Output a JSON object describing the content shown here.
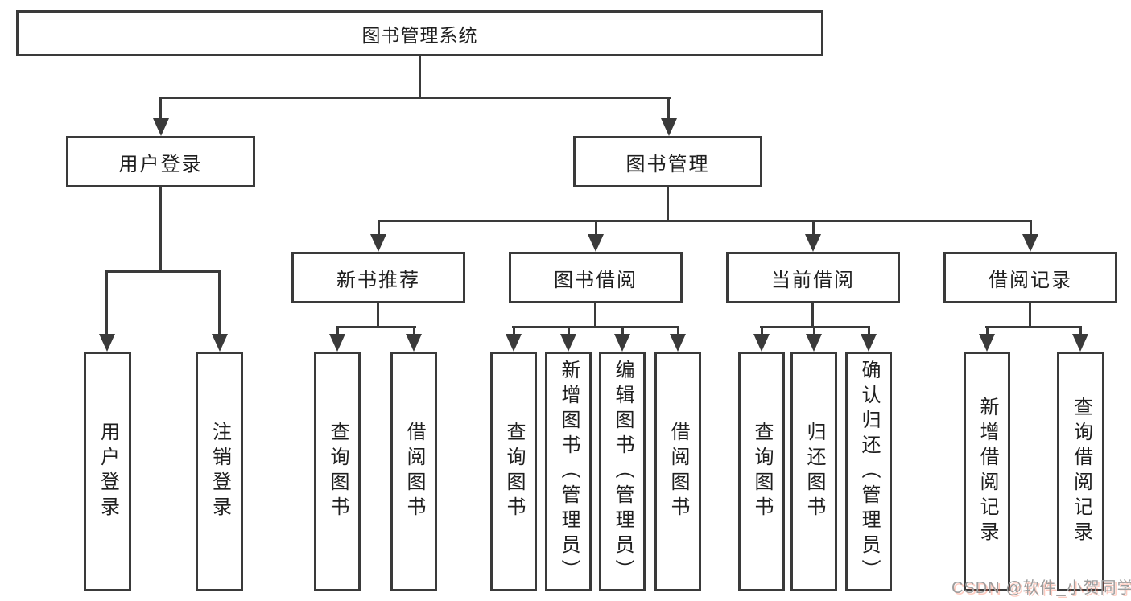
{
  "diagram": {
    "title": "图书管理系统",
    "colors": {
      "border": "#3a3a3a",
      "text": "#1f1f1f",
      "background": "#ffffff",
      "watermark": "#9d9d9d",
      "watermark_accent": "#fc5531"
    },
    "tree": {
      "root": {
        "label": "图书管理系统"
      },
      "level2": [
        {
          "label": "用户登录"
        },
        {
          "label": "图书管理"
        }
      ],
      "level3": [
        {
          "label": "新书推荐"
        },
        {
          "label": "图书借阅"
        },
        {
          "label": "当前借阅"
        },
        {
          "label": "借阅记录"
        }
      ],
      "leaves": [
        {
          "label": "用户登录",
          "parent": "用户登录"
        },
        {
          "label": "注销登录",
          "parent": "用户登录"
        },
        {
          "label": "查询图书",
          "parent": "新书推荐"
        },
        {
          "label": "借阅图书",
          "parent": "新书推荐"
        },
        {
          "label": "查询图书",
          "parent": "图书借阅"
        },
        {
          "label": "新增图书（管理员）",
          "parent": "图书借阅"
        },
        {
          "label": "编辑图书（管理员）",
          "parent": "图书借阅"
        },
        {
          "label": "借阅图书",
          "parent": "图书借阅"
        },
        {
          "label": "查询图书",
          "parent": "当前借阅"
        },
        {
          "label": "归还图书",
          "parent": "当前借阅"
        },
        {
          "label": "确认归还（管理员）",
          "parent": "当前借阅"
        },
        {
          "label": "新增借阅记录",
          "parent": "借阅记录"
        },
        {
          "label": "查询借阅记录",
          "parent": "借阅记录"
        }
      ]
    },
    "watermark": {
      "text": "CSDN @软件_小贺同学"
    }
  }
}
